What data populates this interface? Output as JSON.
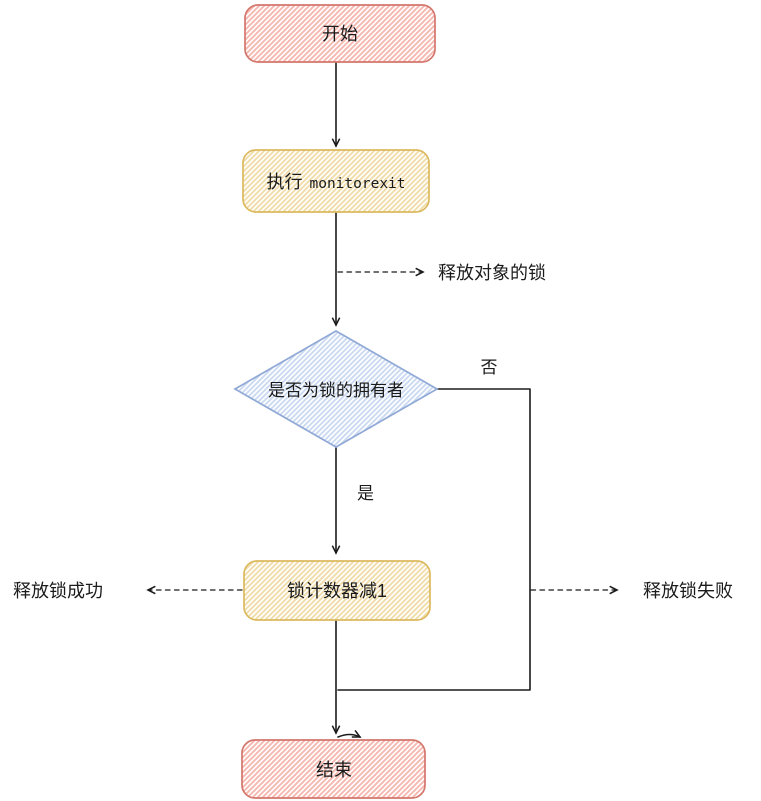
{
  "flowchart": {
    "nodes": {
      "start": {
        "label": "开始"
      },
      "exec": {
        "label_prefix": "执行",
        "label_code": "monitorexit"
      },
      "decision": {
        "label": "是否为锁的拥有者"
      },
      "counter": {
        "label": "锁计数器减1"
      },
      "end": {
        "label": "结束"
      }
    },
    "edge_labels": {
      "yes": "是",
      "no": "否",
      "release_object_lock": "释放对象的锁",
      "release_success": "释放锁成功",
      "release_fail": "释放锁失败"
    },
    "colors": {
      "red_stroke": "#d3766c",
      "red_hatch": "#f5b9b1",
      "yellow_stroke": "#dcb95f",
      "yellow_hatch": "#f0ddab",
      "blue_stroke": "#90a9d6",
      "blue_hatch": "#ccdbf2",
      "line": "#1b1b1b"
    }
  }
}
